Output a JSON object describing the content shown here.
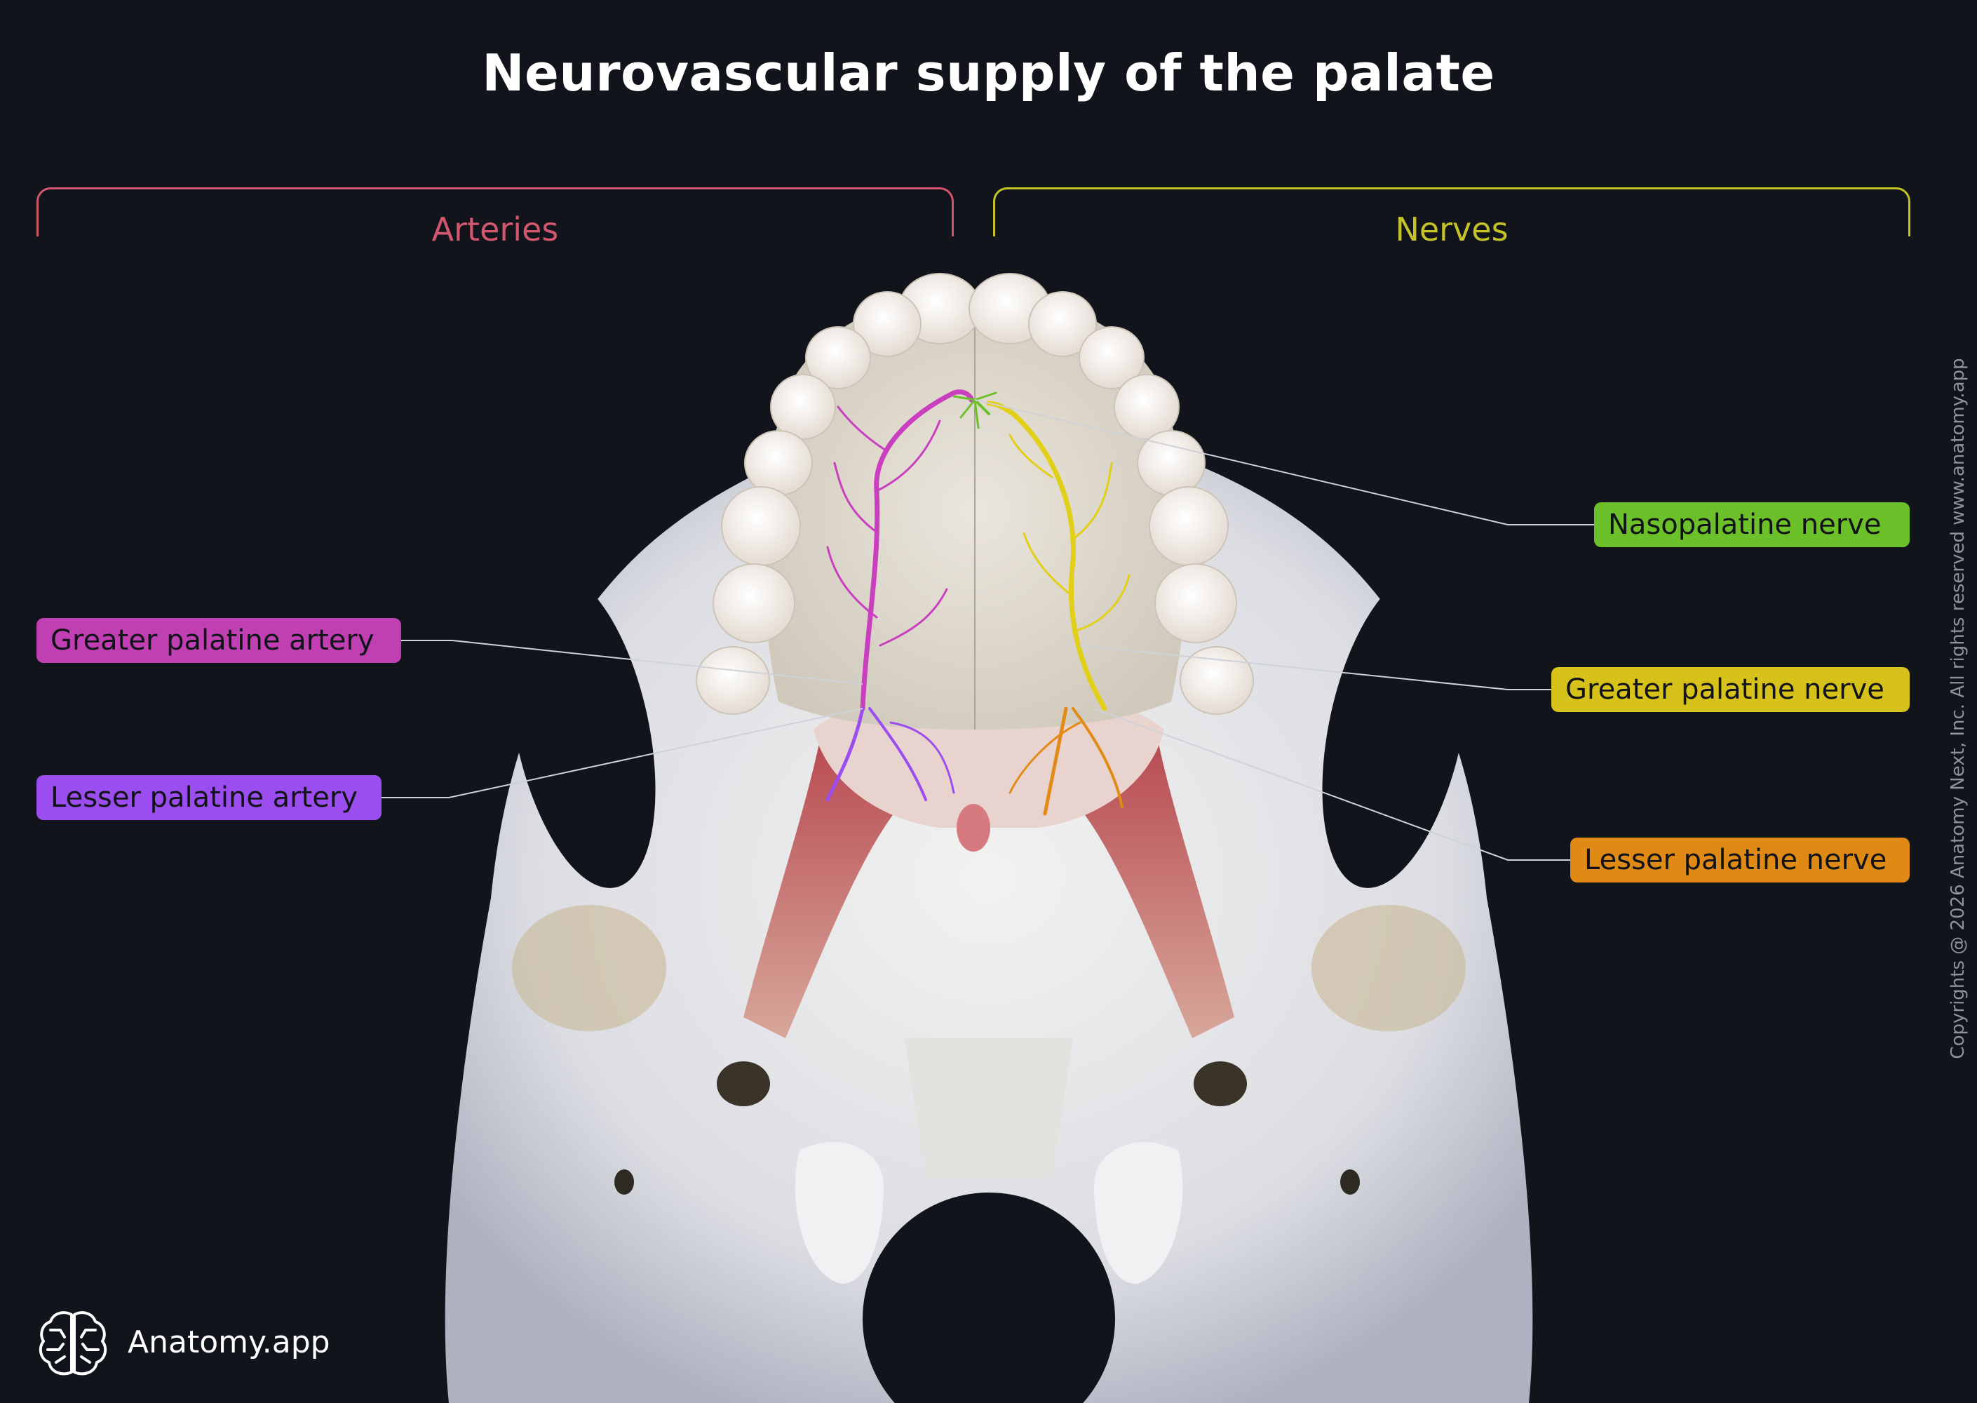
{
  "title": "Neurovascular supply of the palate",
  "groups": {
    "arteries": {
      "heading": "Arteries",
      "color": "#d2566d"
    },
    "nerves": {
      "heading": "Nerves",
      "color": "#c4c327"
    }
  },
  "labels": {
    "greater_palatine_artery": {
      "text": "Greater palatine artery",
      "color": "#c03fb2"
    },
    "lesser_palatine_artery": {
      "text": "Lesser palatine artery",
      "color": "#9b4df0"
    },
    "nasopalatine_nerve": {
      "text": "Nasopalatine nerve",
      "color": "#6cc12a"
    },
    "greater_palatine_nerve": {
      "text": "Greater palatine nerve",
      "color": "#d6c21b"
    },
    "lesser_palatine_nerve": {
      "text": "Lesser palatine nerve",
      "color": "#e08a16"
    }
  },
  "copyright": "Copyrights @ 2026 Anatomy Next, Inc. All rights reserved www.anatomy.app",
  "brand": {
    "name": "Anatomy.app",
    "logo_icon": "brain-icon"
  },
  "illustration": {
    "subject": "skull-inferior-view-icon"
  }
}
